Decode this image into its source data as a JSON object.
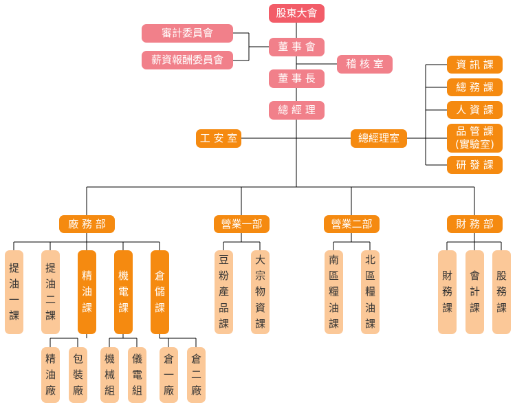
{
  "colors": {
    "red": "#f25c68",
    "pink": "#f1808a",
    "orange": "#f58a10",
    "peach": "#fbc898",
    "line": "#000000"
  },
  "top": {
    "shareholders": "股東大會",
    "audit_committee": "審計委員會",
    "compensation_committee": "薪資報酬委員會",
    "board": "董 事 會",
    "audit_office": "稽 核 室",
    "chairman": "董 事 長",
    "gm": "總 經 理",
    "safety_office": "工 安 室",
    "gm_office": "總經理室"
  },
  "staff": [
    "資 訊 課",
    "總 務 課",
    "人 資 課",
    "品 管 課\n(實驗室)",
    "研 發 課"
  ],
  "divisions": {
    "factory": "廠 務 部",
    "sales1": "營業一部",
    "sales2": "營業二部",
    "finance": "財 務 部"
  },
  "factory_sections": {
    "extract1": "提\n油\n一\n課",
    "extract2": "提\n油\n二\n課",
    "refine": "精\n油\n課",
    "mech": "機\n電\n課",
    "storage": "倉\n儲\n課"
  },
  "factory_units": {
    "refinery": "精\n油\n廠",
    "packing": "包\n裝\n廠",
    "machinery": "機\n械\n組",
    "instrument": "儀\n電\n組",
    "warehouse1": "倉\n一\n廠",
    "warehouse2": "倉\n二\n廠"
  },
  "sales1_sections": {
    "soy": "豆\n粉\n產\n品\n課",
    "bulk": "大\n宗\n物\n資\n課"
  },
  "sales2_sections": {
    "south": "南\n區\n糧\n油\n課",
    "north": "北\n區\n糧\n油\n課"
  },
  "finance_sections": {
    "finance": "財\n務\n課",
    "accounting": "會\n計\n課",
    "stock": "股\n務\n課"
  }
}
